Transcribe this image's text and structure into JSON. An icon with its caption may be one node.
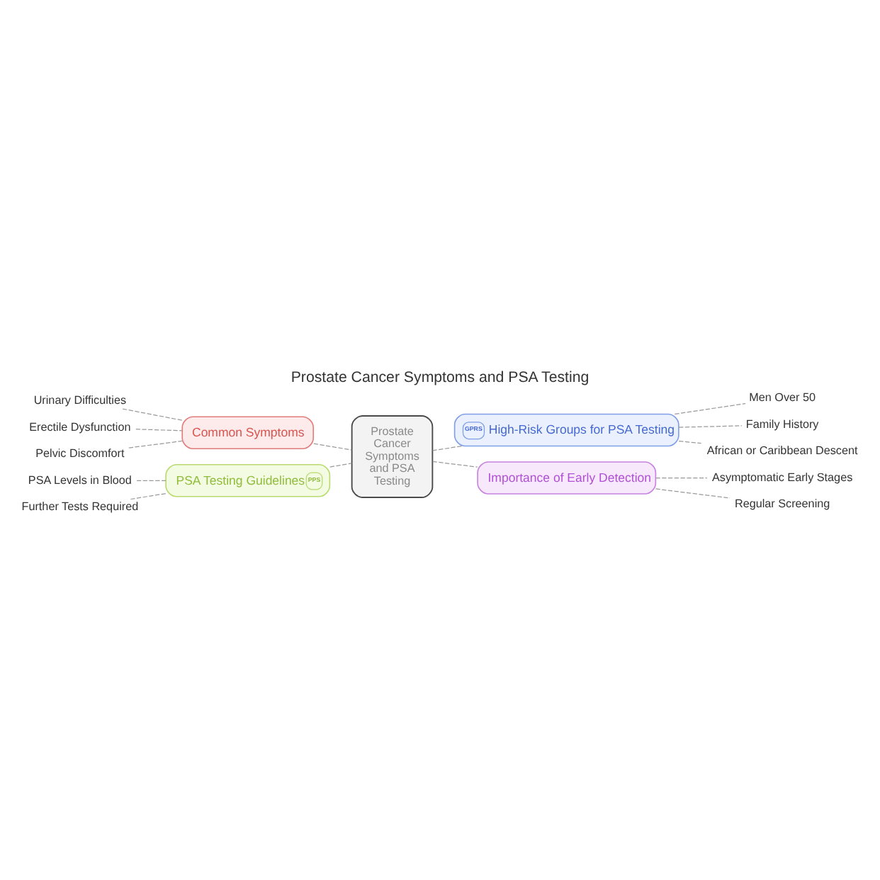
{
  "diagram": {
    "title": "Prostate Cancer Symptoms and PSA Testing",
    "nodes": [
      {
        "text": [
          "Common Symptoms"
        ]
      },
      {
        "text": [
          "Urinary Difficulties"
        ]
      },
      {
        "text": [
          "Erectile Dysfunction"
        ]
      },
      {
        "text": [
          "Pelvic Discomfort"
        ]
      },
      {
        "text": [
          "PSA Testing Guidelines",
          "PPS"
        ]
      },
      {
        "text": [
          "PSA Levels in Blood"
        ]
      },
      {
        "text": [
          "Further Tests Required"
        ]
      },
      {
        "text": [
          "Prostate Cancer Symptoms and PSA Testing"
        ]
      },
      {
        "text": [
          "GPRS",
          "High-Risk Groups for PSA Testing"
        ]
      },
      {
        "text": [
          "Men Over 50"
        ]
      },
      {
        "text": [
          "Family History"
        ]
      },
      {
        "text": [
          "African or Caribbean Descent"
        ]
      },
      {
        "text": [
          "Importance of Early Detection"
        ]
      },
      {
        "text": [
          "Asymptomatic Early Stages"
        ]
      },
      {
        "text": [
          "Regular Screening"
        ]
      }
    ],
    "edges": [
      {
        "from": 1,
        "to": 0,
        "arrow": "none",
        "style": "dashed"
      },
      {
        "from": 2,
        "to": 0,
        "arrow": "none",
        "style": "dashed"
      },
      {
        "from": 3,
        "to": 0,
        "arrow": "none",
        "style": "dashed"
      },
      {
        "from": 5,
        "to": 4,
        "arrow": "none",
        "style": "dashed"
      },
      {
        "from": 6,
        "to": 4,
        "arrow": "none",
        "style": "dashed"
      },
      {
        "from": 0,
        "to": 7,
        "arrow": "none",
        "style": "dashed"
      },
      {
        "from": 4,
        "to": 7,
        "arrow": "none",
        "style": "dashed"
      },
      {
        "from": 7,
        "to": 8,
        "arrow": "none",
        "style": "dashed"
      },
      {
        "from": 7,
        "to": 12,
        "arrow": "none",
        "style": "dashed"
      },
      {
        "from": 8,
        "to": 9,
        "arrow": "none",
        "style": "dashed"
      },
      {
        "from": 8,
        "to": 10,
        "arrow": "none",
        "style": "dashed"
      },
      {
        "from": 8,
        "to": 11,
        "arrow": "none",
        "style": "dashed"
      },
      {
        "from": 12,
        "to": 13,
        "arrow": "none",
        "style": "dashed"
      },
      {
        "from": 12,
        "to": 14,
        "arrow": "none",
        "style": "dashed"
      }
    ]
  }
}
